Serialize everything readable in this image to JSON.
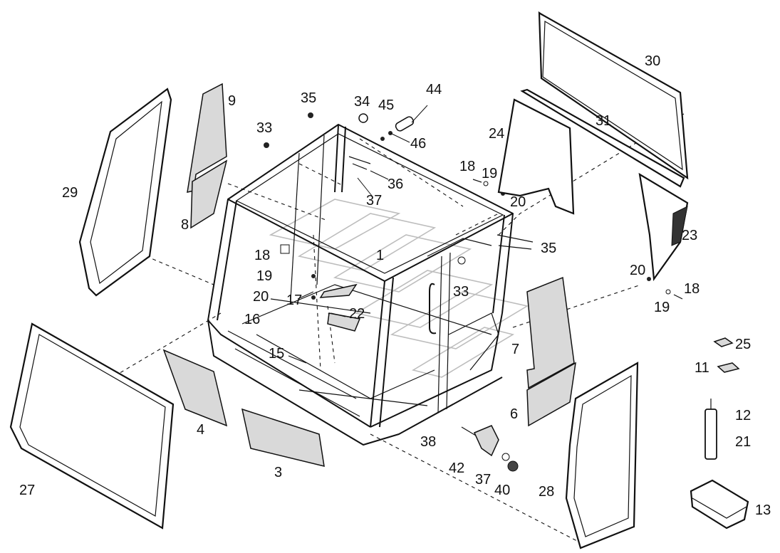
{
  "diagram": {
    "callouts": {
      "c1": "1",
      "c3": "3",
      "c4": "4",
      "c6": "6",
      "c7": "7",
      "c8": "8",
      "c9": "9",
      "c11": "11",
      "c12": "12",
      "c13": "13",
      "c15": "15",
      "c16": "16",
      "c17": "17",
      "c18a": "18",
      "c18b": "18",
      "c18c": "18",
      "c19a": "19",
      "c19b": "19",
      "c19c": "19",
      "c20a": "20",
      "c20b": "20",
      "c20c": "20",
      "c21": "21",
      "c22": "22",
      "c23": "23",
      "c24": "24",
      "c25": "25",
      "c27": "27",
      "c28": "28",
      "c29": "29",
      "c30": "30",
      "c31": "31",
      "c33a": "33",
      "c33b": "33",
      "c34": "34",
      "c35a": "35",
      "c35b": "35",
      "c36": "36",
      "c37a": "37",
      "c37b": "37",
      "c38": "38",
      "c40": "40",
      "c42": "42",
      "c44": "44",
      "c45": "45",
      "c46": "46"
    }
  }
}
